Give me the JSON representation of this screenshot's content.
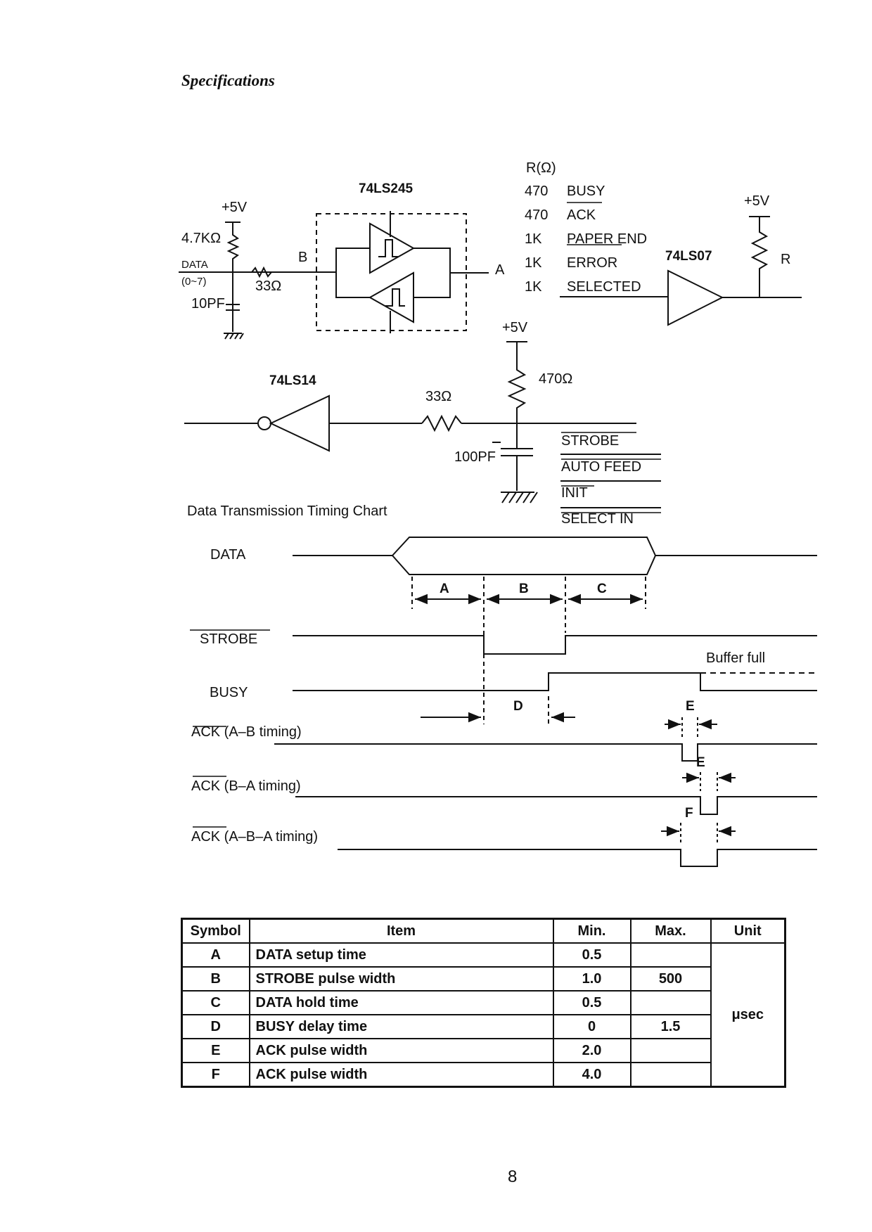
{
  "header": {
    "section_title": "Specifications"
  },
  "circuit": {
    "resistor_header": "R(Ω)",
    "outputs": [
      {
        "r": "470",
        "signal": "BUSY"
      },
      {
        "r": "470",
        "signal": "ACK"
      },
      {
        "r": "1K",
        "signal": "PAPER END"
      },
      {
        "r": "1K",
        "signal": "ERROR"
      },
      {
        "r": "1K",
        "signal": "SELECTED"
      }
    ],
    "ic_74ls245": "74LS245",
    "ic_74ls07": "74LS07",
    "ic_74ls14": "74LS14",
    "plus5v": "+5V",
    "r_pullup_data": "4.7KΩ",
    "data_label": "DATA",
    "data_range": "(0~7)",
    "r_series": "33Ω",
    "cap_10pf": "10PF",
    "port_b": "B",
    "port_a": "A",
    "r_label": "R",
    "r_470": "470Ω",
    "cap_100pf": "100PF",
    "inputs": [
      "STROBE",
      "AUTO FEED",
      "INIT",
      "SELECT IN"
    ]
  },
  "timing": {
    "title": "Data Transmission Timing Chart",
    "signals": {
      "data": "DATA",
      "strobe": "STROBE",
      "busy": "BUSY",
      "ack_ab": "ACK (A–B timing)",
      "ack_ba": "ACK (B–A timing)",
      "ack_aba": "ACK (A–B–A timing)"
    },
    "ack_word": "ACK",
    "buffer_full": "Buffer full",
    "marks": {
      "a": "A",
      "b": "B",
      "c": "C",
      "d": "D",
      "e": "E",
      "f": "F"
    }
  },
  "table": {
    "headers": [
      "Symbol",
      "Item",
      "Min.",
      "Max.",
      "Unit"
    ],
    "rows": [
      {
        "symbol": "A",
        "item": "DATA setup time",
        "min": "0.5",
        "max": ""
      },
      {
        "symbol": "B",
        "item": "STROBE pulse width",
        "min": "1.0",
        "max": "500"
      },
      {
        "symbol": "C",
        "item": "DATA hold time",
        "min": "0.5",
        "max": ""
      },
      {
        "symbol": "D",
        "item": "BUSY delay time",
        "min": "0",
        "max": "1.5"
      },
      {
        "symbol": "E",
        "item": "ACK pulse width",
        "min": "2.0",
        "max": ""
      },
      {
        "symbol": "F",
        "item": "ACK pulse width",
        "min": "4.0",
        "max": ""
      }
    ],
    "unit": "μsec"
  },
  "page_number": "8"
}
